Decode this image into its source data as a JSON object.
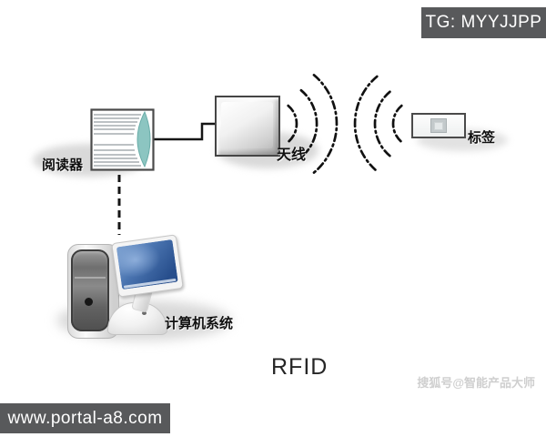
{
  "banners": {
    "top_right": {
      "text": "TG: MYYJJPP"
    },
    "bottom_left": {
      "text": "www.portal-a8.com"
    }
  },
  "diagram": {
    "title": "RFID",
    "nodes": {
      "reader": {
        "label": "阅读器"
      },
      "antenna": {
        "label": "天线"
      },
      "tag": {
        "label": "标签"
      },
      "computer": {
        "label": "计算机系统"
      }
    },
    "connections": {
      "reader_to_antenna": "solid elbow wire",
      "reader_to_computer": "vertical dashed line",
      "antenna_to_tag": "dash-dot radio wave arcs, both directions"
    },
    "watermark": "搜狐号@智能产品大师"
  },
  "colors": {
    "banner_bg": "#58595b",
    "banner_text": "#ffffff",
    "reader_teal": "#8cc5c1",
    "monitor_screen_blue": "#3f6aa8",
    "line_color": "#161616",
    "shadow_gray": "#d9d9d9",
    "watermark_text": "#cfcfcf"
  }
}
